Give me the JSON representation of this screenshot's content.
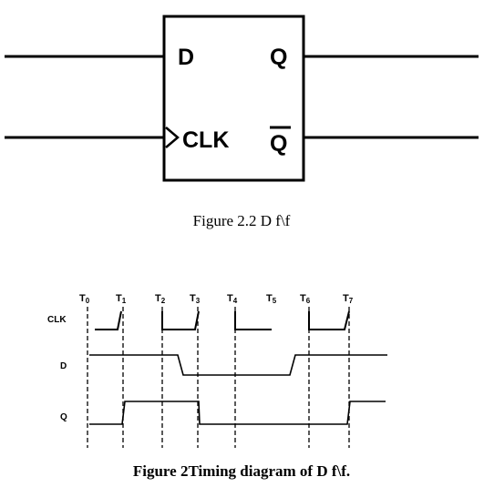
{
  "flipflop": {
    "pins": {
      "d": "D",
      "q": "Q",
      "clk": "CLK",
      "q_bar": "Q"
    },
    "caption": "Figure 2.2 D f\\f"
  },
  "timing": {
    "time_marks": [
      {
        "main": "T",
        "sub": "0"
      },
      {
        "main": "T",
        "sub": "1"
      },
      {
        "main": "T",
        "sub": "2"
      },
      {
        "main": "T",
        "sub": "3"
      },
      {
        "main": "T",
        "sub": "4"
      },
      {
        "main": "T",
        "sub": "5"
      },
      {
        "main": "T",
        "sub": "6"
      },
      {
        "main": "T",
        "sub": "7"
      }
    ],
    "signals": {
      "clk": "CLK",
      "d": "D",
      "q": "Q"
    },
    "caption": "Figure 2Timing diagram of D f\\f."
  }
}
